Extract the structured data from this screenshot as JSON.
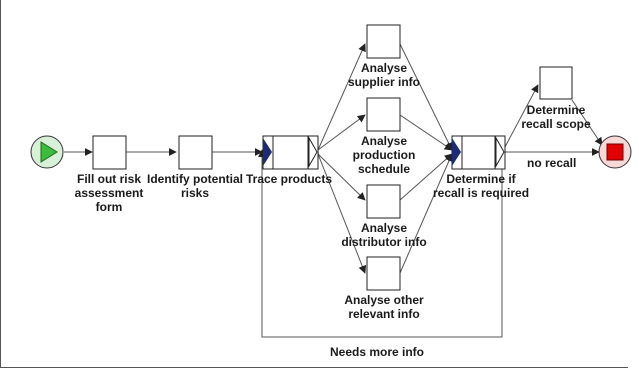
{
  "colors": {
    "start_fill": "#3dbb3d",
    "start_ring": "#d8efd8",
    "end_fill": "#e00000",
    "end_ring": "#f7d8d8",
    "task_fill": "#ffffff",
    "task_stroke": "#222222",
    "marker_fill": "#1c2a78",
    "edge": "#555555"
  },
  "nodes": {
    "start": {
      "icon": "play-icon"
    },
    "end": {
      "icon": "stop-icon"
    },
    "fill_out_form": {
      "label": "Fill out risk\nassessment\nform"
    },
    "identify_risks": {
      "label": "Identify potential\nrisks"
    },
    "trace_products": {
      "label": "Trace products"
    },
    "analyse_supplier": {
      "label": "Analyse\nsupplier info"
    },
    "analyse_schedule": {
      "label": "Analyse\nproduction\nschedule"
    },
    "analyse_distributor": {
      "label": "Analyse\ndistributor info"
    },
    "analyse_other": {
      "label": "Analyse other\nrelevant info"
    },
    "determine_recall": {
      "label": "Determine if\nrecall is required"
    },
    "determine_scope": {
      "label": "Determine\nrecall scope"
    }
  },
  "edges": {
    "no_recall": "no recall",
    "needs_more_info": "Needs more info"
  }
}
